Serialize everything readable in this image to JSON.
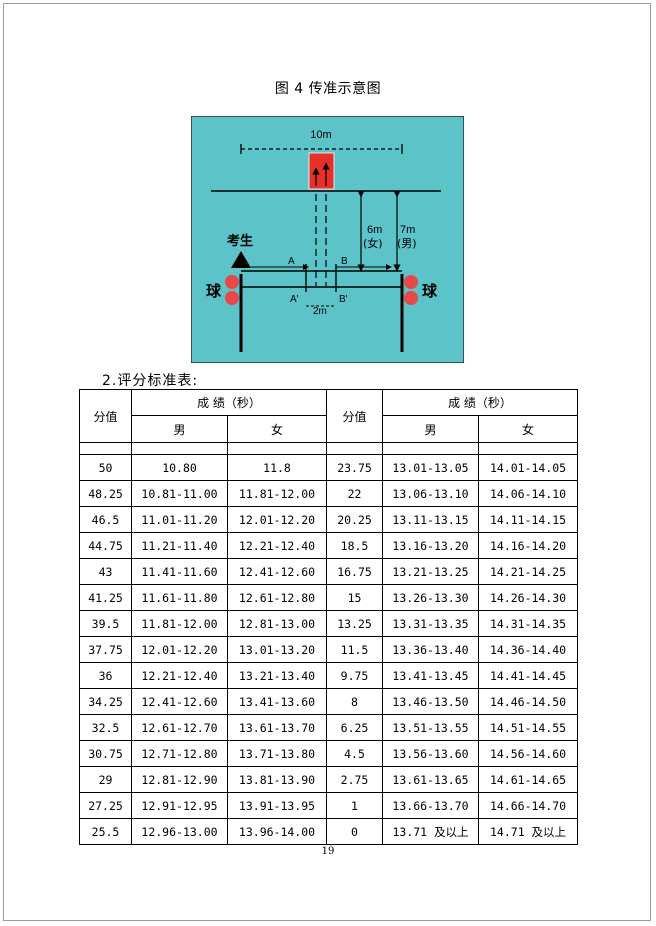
{
  "figure": {
    "caption": "图 4 传准示意图",
    "labels": {
      "width": "10m",
      "examinee": "考生",
      "ball_left": "球",
      "ball_right": "球",
      "point_a": "A",
      "point_b": "B",
      "point_a2": "A'",
      "point_b2": "B'",
      "gap": "2m",
      "dist_female": "6m",
      "female": "(女)",
      "dist_male": "7m",
      "male": "(男)"
    },
    "colors": {
      "field": "#5cc3c9",
      "target": "#e8302a",
      "ball": "#e8484a"
    }
  },
  "section": {
    "heading": "2.评分标准表:"
  },
  "table": {
    "score_header": "分值",
    "result_header": "成 绩（秒）",
    "male": "男",
    "female": "女",
    "rows": [
      [
        "50",
        "10.80",
        "11.8",
        "23.75",
        "13.01-13.05",
        "14.01-14.05"
      ],
      [
        "48.25",
        "10.81-11.00",
        "11.81-12.00",
        "22",
        "13.06-13.10",
        "14.06-14.10"
      ],
      [
        "46.5",
        "11.01-11.20",
        "12.01-12.20",
        "20.25",
        "13.11-13.15",
        "14.11-14.15"
      ],
      [
        "44.75",
        "11.21-11.40",
        "12.21-12.40",
        "18.5",
        "13.16-13.20",
        "14.16-14.20"
      ],
      [
        "43",
        "11.41-11.60",
        "12.41-12.60",
        "16.75",
        "13.21-13.25",
        "14.21-14.25"
      ],
      [
        "41.25",
        "11.61-11.80",
        "12.61-12.80",
        "15",
        "13.26-13.30",
        "14.26-14.30"
      ],
      [
        "39.5",
        "11.81-12.00",
        "12.81-13.00",
        "13.25",
        "13.31-13.35",
        "14.31-14.35"
      ],
      [
        "37.75",
        "12.01-12.20",
        "13.01-13.20",
        "11.5",
        "13.36-13.40",
        "14.36-14.40"
      ],
      [
        "36",
        "12.21-12.40",
        "13.21-13.40",
        "9.75",
        "13.41-13.45",
        "14.41-14.45"
      ],
      [
        "34.25",
        "12.41-12.60",
        "13.41-13.60",
        "8",
        "13.46-13.50",
        "14.46-14.50"
      ],
      [
        "32.5",
        "12.61-12.70",
        "13.61-13.70",
        "6.25",
        "13.51-13.55",
        "14.51-14.55"
      ],
      [
        "30.75",
        "12.71-12.80",
        "13.71-13.80",
        "4.5",
        "13.56-13.60",
        "14.56-14.60"
      ],
      [
        "29",
        "12.81-12.90",
        "13.81-13.90",
        "2.75",
        "13.61-13.65",
        "14.61-14.65"
      ],
      [
        "27.25",
        "12.91-12.95",
        "13.91-13.95",
        "1",
        "13.66-13.70",
        "14.66-14.70"
      ],
      [
        "25.5",
        "12.96-13.00",
        "13.96-14.00",
        "0",
        "13.71 及以上",
        "14.71 及以上"
      ]
    ]
  },
  "page_number": "19"
}
